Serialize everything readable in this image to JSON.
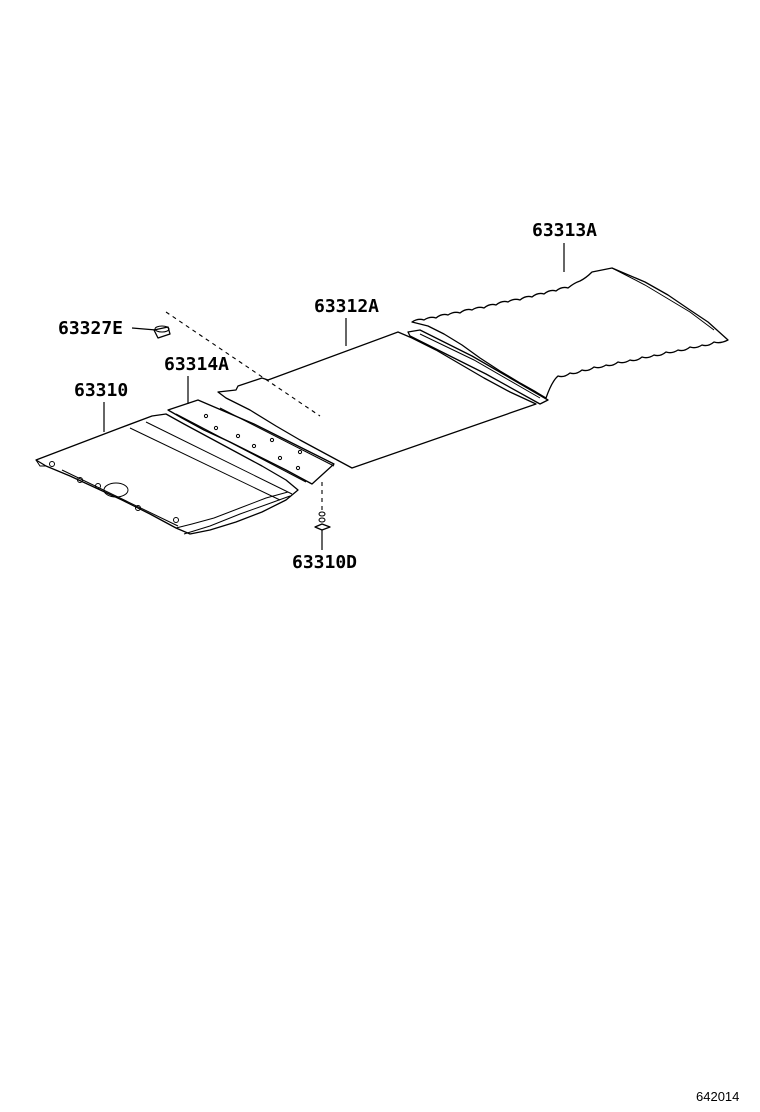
{
  "callouts": {
    "part_63313A": "63313A",
    "part_63312A": "63312A",
    "part_63327E": "63327E",
    "part_63314A": "63314A",
    "part_63310": "63310",
    "part_63310D": "63310D"
  },
  "figure_number": "642014",
  "icons": [
    "headliner-panel",
    "roof-silencer-pad",
    "pad-strip",
    "clip",
    "hole-plug"
  ]
}
